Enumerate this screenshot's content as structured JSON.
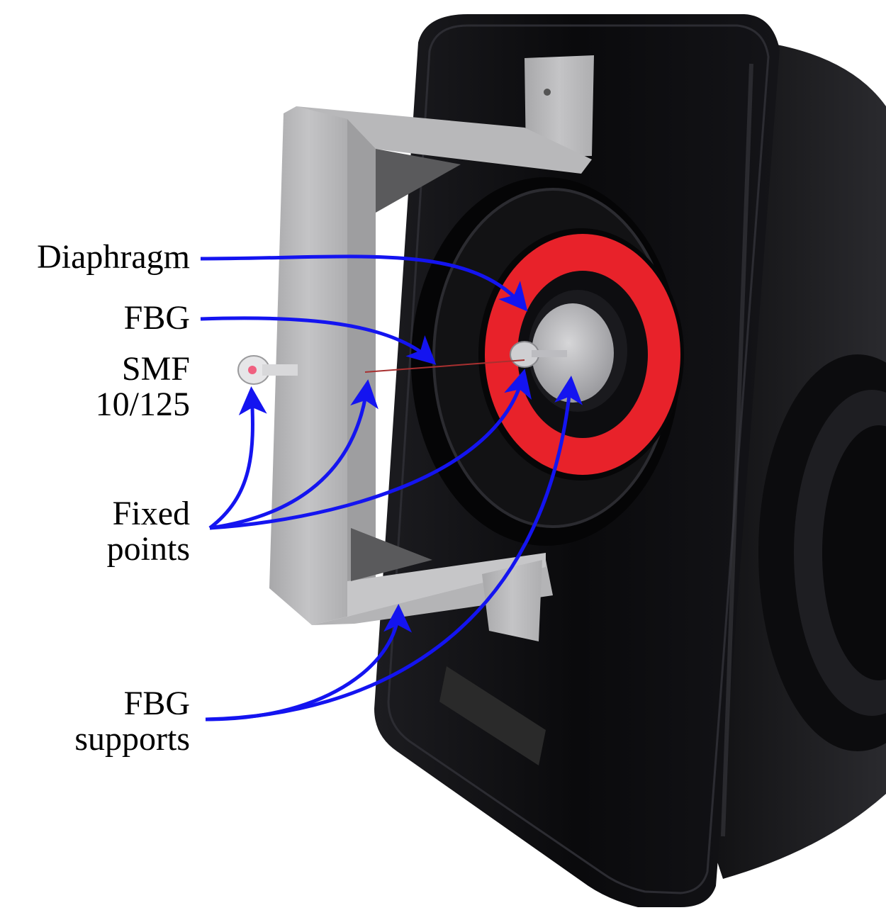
{
  "labels": {
    "diaphragm": {
      "lines": [
        "Diaphragm"
      ]
    },
    "fbg": {
      "lines": [
        "FBG"
      ]
    },
    "smf": {
      "lines": [
        "SMF",
        "10/125"
      ]
    },
    "fixed_points": {
      "lines": [
        "Fixed",
        "points"
      ]
    },
    "fbg_supports": {
      "lines": [
        "FBG",
        "supports"
      ]
    }
  },
  "colors": {
    "arrow": "#1414f0",
    "speaker_body": "#0b0b0d",
    "cone_ring": "#e8222a",
    "frame": "#b9b9b9",
    "text": "#000000"
  }
}
